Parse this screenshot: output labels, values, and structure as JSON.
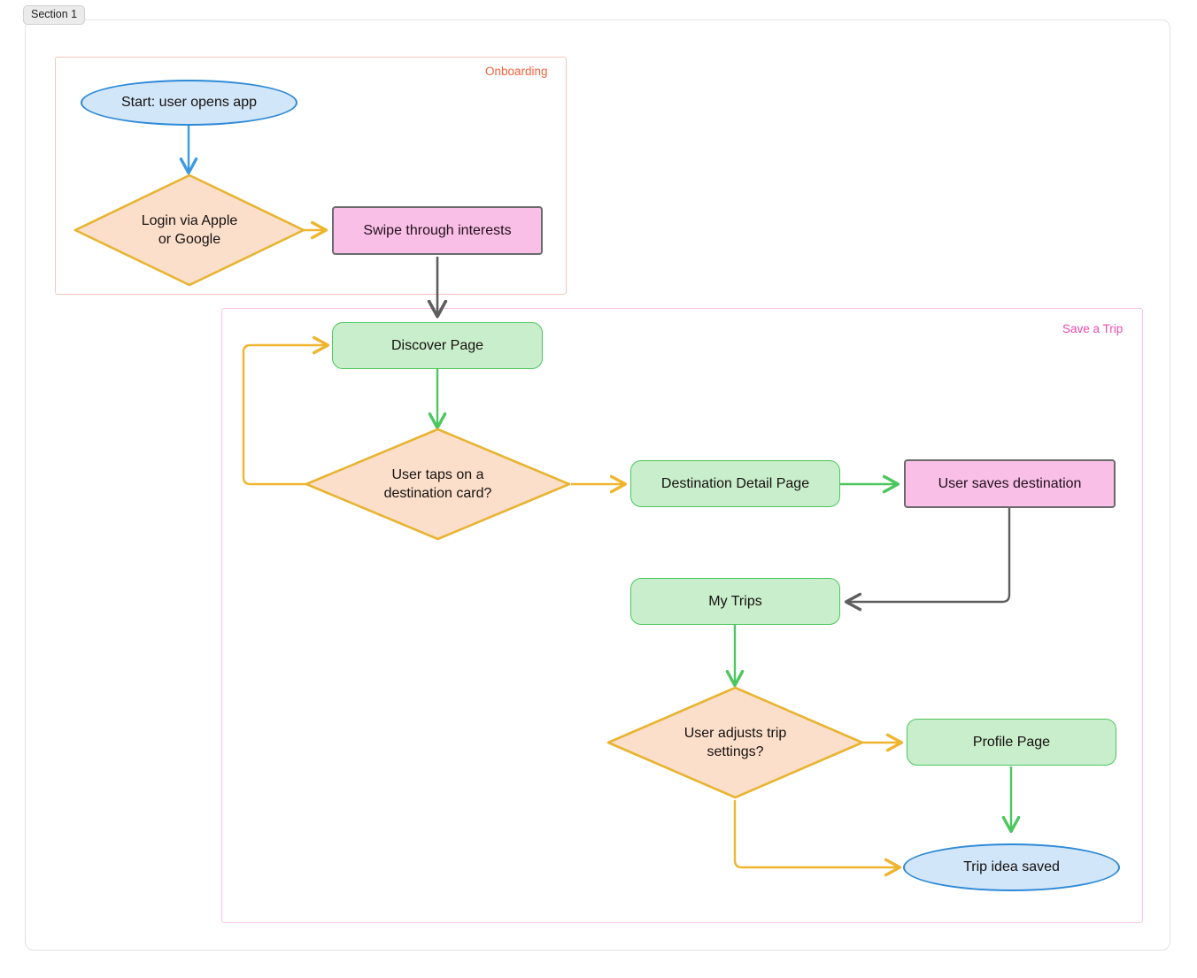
{
  "section": {
    "tag_label": "Section 1"
  },
  "subgraphs": [
    {
      "id": "onboarding",
      "label": "Onboarding",
      "color": "#f4613c",
      "border": "#f3c6bd"
    },
    {
      "id": "save_a_trip",
      "label": "Save a Trip",
      "color": "#ec4bb0",
      "border": "#f6c5e4"
    }
  ],
  "nodes": [
    {
      "id": "start",
      "label": "Start: user opens app",
      "shape": "ellipse",
      "style": "blue",
      "subgraph": "onboarding"
    },
    {
      "id": "login",
      "label": "Login via Apple or Google",
      "shape": "diamond",
      "style": "orange",
      "subgraph": "onboarding"
    },
    {
      "id": "swipe",
      "label": "Swipe through interests",
      "shape": "rect",
      "style": "pink",
      "subgraph": "onboarding"
    },
    {
      "id": "discover",
      "label": "Discover Page",
      "shape": "stadium",
      "style": "green",
      "subgraph": "save_a_trip"
    },
    {
      "id": "taps",
      "label": "User taps on a destination card?",
      "shape": "diamond",
      "style": "orange",
      "subgraph": "save_a_trip"
    },
    {
      "id": "detail",
      "label": "Destination Detail Page",
      "shape": "stadium",
      "style": "green",
      "subgraph": "save_a_trip"
    },
    {
      "id": "saves",
      "label": "User saves destination",
      "shape": "rect",
      "style": "pink",
      "subgraph": "save_a_trip"
    },
    {
      "id": "mytrips",
      "label": "My Trips",
      "shape": "stadium",
      "style": "green",
      "subgraph": "save_a_trip"
    },
    {
      "id": "adjusts",
      "label": "User adjusts trip settings?",
      "shape": "diamond",
      "style": "orange",
      "subgraph": "save_a_trip"
    },
    {
      "id": "profile",
      "label": "Profile Page",
      "shape": "stadium",
      "style": "green",
      "subgraph": "save_a_trip"
    },
    {
      "id": "tripsaved",
      "label": "Trip idea saved",
      "shape": "ellipse",
      "style": "blue",
      "subgraph": "save_a_trip"
    }
  ],
  "node_labels": {
    "start": "Start: user opens app",
    "login_line1": "Login via Apple",
    "login_line2": "or Google",
    "swipe": "Swipe through interests",
    "discover": "Discover Page",
    "taps_line1": "User taps on a",
    "taps_line2": "destination card?",
    "detail": "Destination Detail Page",
    "saves": "User saves destination",
    "mytrips": "My Trips",
    "adjusts_line1": "User adjusts trip",
    "adjusts_line2": "settings?",
    "profile": "Profile Page",
    "tripsaved": "Trip idea saved"
  },
  "edges": [
    {
      "from": "start",
      "to": "login",
      "color": "#3d9ae0"
    },
    {
      "from": "login",
      "to": "swipe",
      "color": "#efb52f"
    },
    {
      "from": "swipe",
      "to": "discover",
      "color": "#5e5e5e"
    },
    {
      "from": "discover",
      "to": "taps",
      "color": "#4cc65e"
    },
    {
      "from": "taps",
      "to": "detail",
      "color": "#efb52f"
    },
    {
      "from": "taps",
      "to": "discover",
      "color": "#efb52f"
    },
    {
      "from": "detail",
      "to": "saves",
      "color": "#4cc65e"
    },
    {
      "from": "saves",
      "to": "mytrips",
      "color": "#5e5e5e"
    },
    {
      "from": "mytrips",
      "to": "adjusts",
      "color": "#4cc65e"
    },
    {
      "from": "adjusts",
      "to": "profile",
      "color": "#efb52f"
    },
    {
      "from": "adjusts",
      "to": "tripsaved",
      "color": "#efb52f"
    },
    {
      "from": "profile",
      "to": "tripsaved",
      "color": "#4cc65e"
    }
  ],
  "colors": {
    "blue_fill": "#d2e6f9",
    "blue_stroke": "#2e8ad6",
    "green_fill": "#c9eecb",
    "green_stroke": "#4cc65e",
    "pink_fill": "#f9bfe6",
    "pink_stroke": "#6b6b6b",
    "orange_fill": "#fbdfcb",
    "orange_stroke": "#e8b431",
    "gray_edge": "#5e5e5e",
    "yellow_edge": "#efb52f",
    "frame": "#e3e3e3"
  }
}
